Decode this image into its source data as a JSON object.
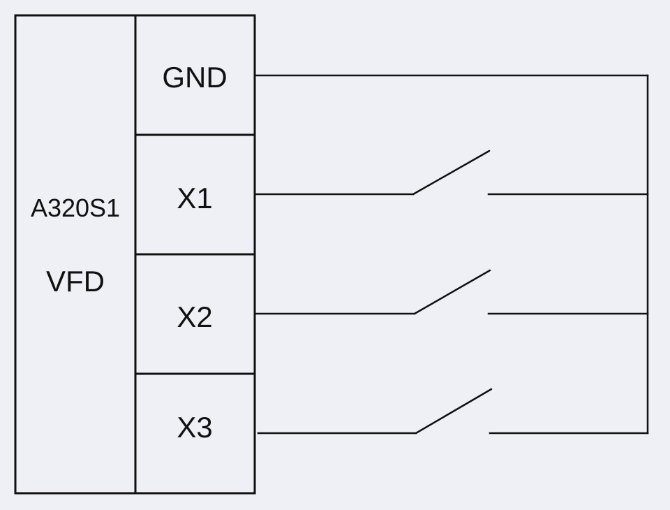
{
  "device": {
    "model": "A320S1",
    "type": "VFD"
  },
  "terminals": [
    {
      "label": "GND",
      "switch": false
    },
    {
      "label": "X1",
      "switch": true
    },
    {
      "label": "X2",
      "switch": true
    },
    {
      "label": "X3",
      "switch": true
    }
  ]
}
